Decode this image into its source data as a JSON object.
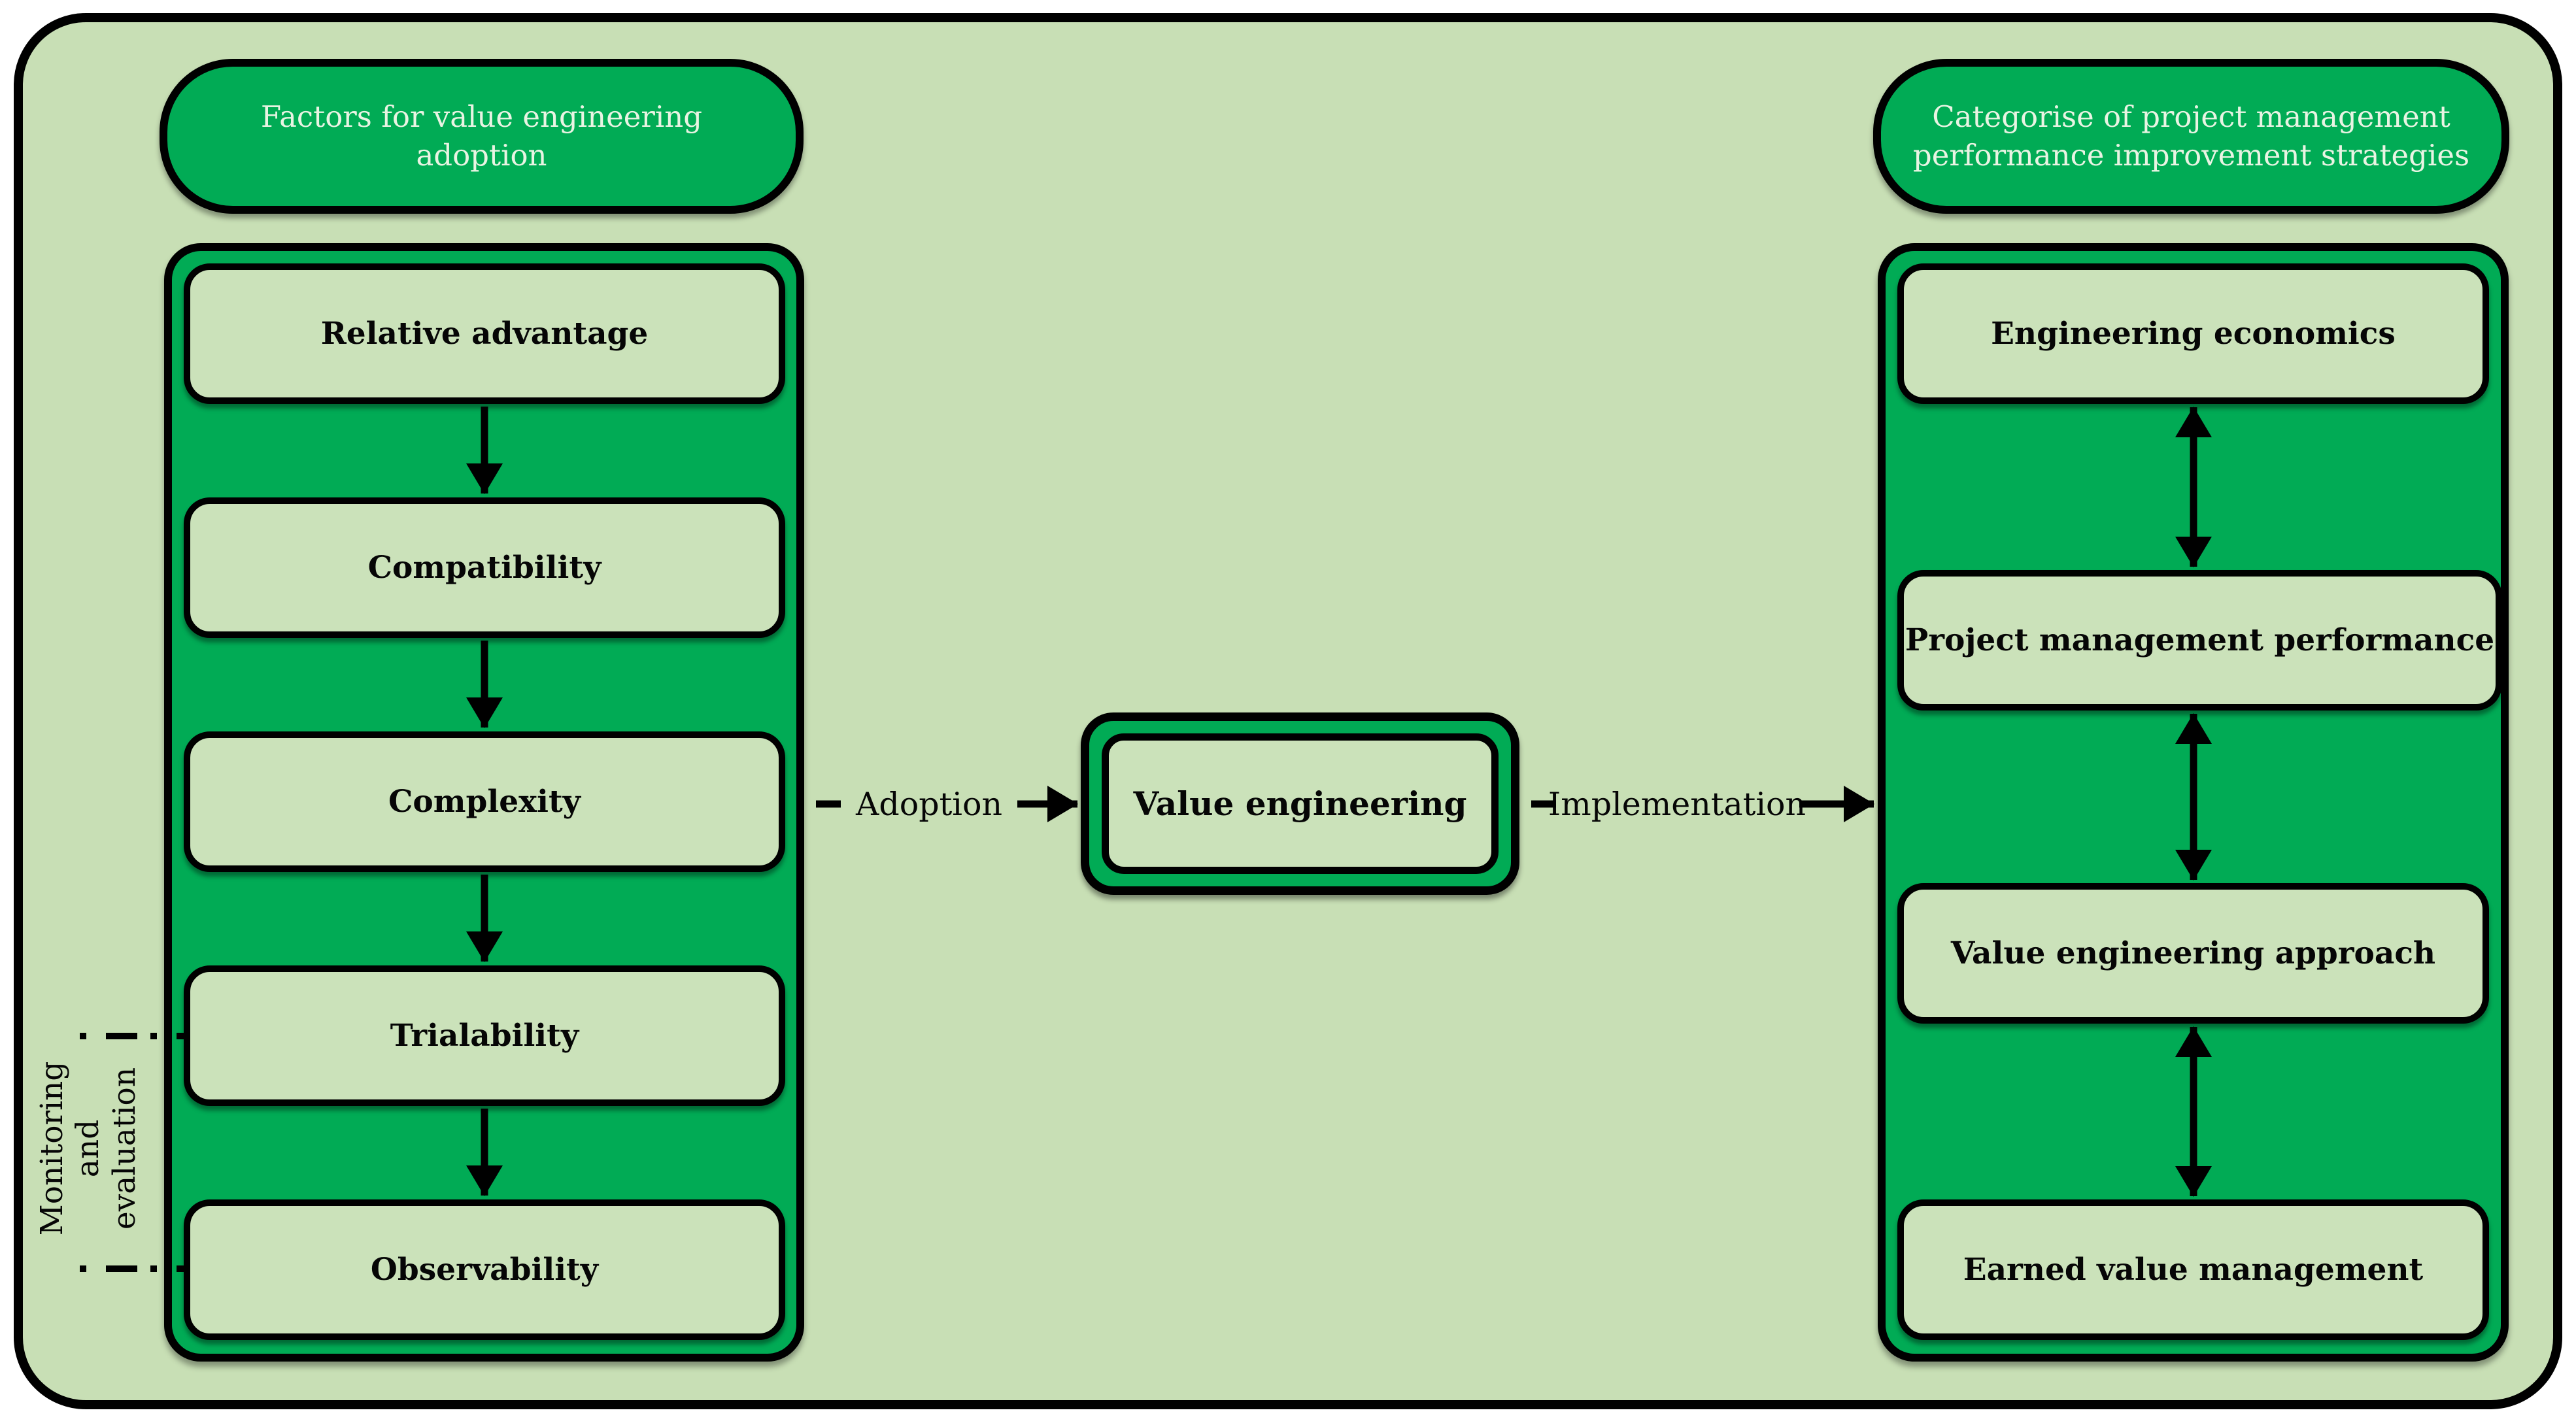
{
  "diagram": {
    "left_panel": {
      "header": "Factors for value engineering adoption",
      "boxes": [
        "Relative advantage",
        "Compatibility",
        "Complexity",
        "Trialability",
        "Observability"
      ],
      "side_label_lines": [
        "Monitoring",
        "and",
        "evaluation"
      ]
    },
    "center": {
      "box_label": "Value engineering",
      "adoption_label": "Adoption",
      "implementation_label": "Implementation"
    },
    "right_panel": {
      "header": "Categorise of project management performance improvement strategies",
      "boxes": [
        "Engineering economics",
        "Project management performance",
        "Value engineering approach",
        "Earned value management"
      ]
    },
    "colors": {
      "green": "#01AB55",
      "canvas_light_green": "#C8DFB5",
      "node_fill": "#CBE2BA",
      "outline": "#000000",
      "pill_text": "#E9F4E3",
      "page_background": "#FFFFFF"
    }
  }
}
